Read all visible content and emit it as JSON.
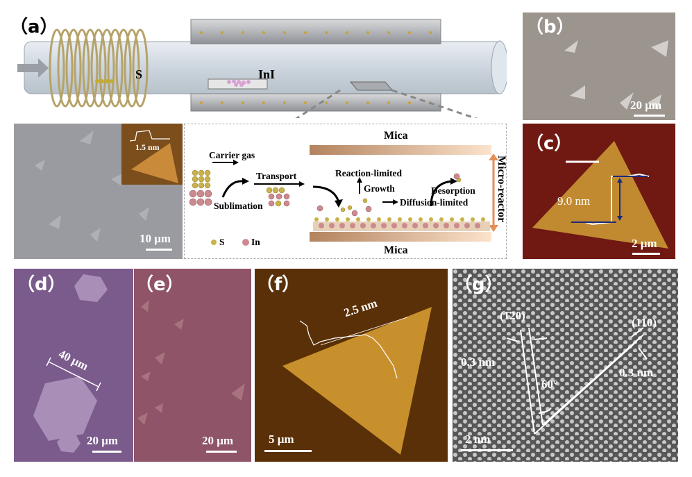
{
  "panels": {
    "a": {
      "label": "（a）",
      "source_s": "S",
      "source_ini": "InI",
      "afm_inset_height": "1.5 nm",
      "scale": "10 μm",
      "diagram": {
        "mica_top": "Mica",
        "mica_bottom": "Mica",
        "carrier_gas": "Carrier gas",
        "transport": "Transport",
        "sublimation": "Sublimation",
        "reaction_limited": "Reaction-limited",
        "growth": "Growth",
        "diffusion_limited": "Diffusion-limited",
        "desorption": "Desorption",
        "micro_reactor": "Micro-reactor",
        "legend_s": "S",
        "legend_in": "In"
      }
    },
    "b": {
      "label": "（b）",
      "scale": "20 μm"
    },
    "c": {
      "label": "（c）",
      "height": "9.0 nm",
      "scale": "2 μm"
    },
    "d": {
      "label": "（d）",
      "size": "40 μm",
      "scale": "20 μm"
    },
    "e": {
      "label": "（e）",
      "scale": "20 μm"
    },
    "f": {
      "label": "（f）",
      "height": "2.5 nm",
      "scale": "5 μm"
    },
    "g": {
      "label": "（g）",
      "plane1": "(1̄20)",
      "plane2": "(110)",
      "d1": "0.3 nm",
      "d2": "0.3 nm",
      "angle": "60°",
      "scale": "2 nm"
    }
  },
  "colors": {
    "optical_gray": "#9a9ba0",
    "optical_b": "#9c958e",
    "afm_bg_c": "#701812",
    "afm_flake": "#c18a31",
    "optical_purple": "#7a5b8c",
    "optical_e": "#8f5468",
    "afm_f_bg": "#5a3008",
    "tem_bg": "#5e5e5e",
    "gas_s": "#c9b24a",
    "gas_in": "#cc8a8e"
  }
}
